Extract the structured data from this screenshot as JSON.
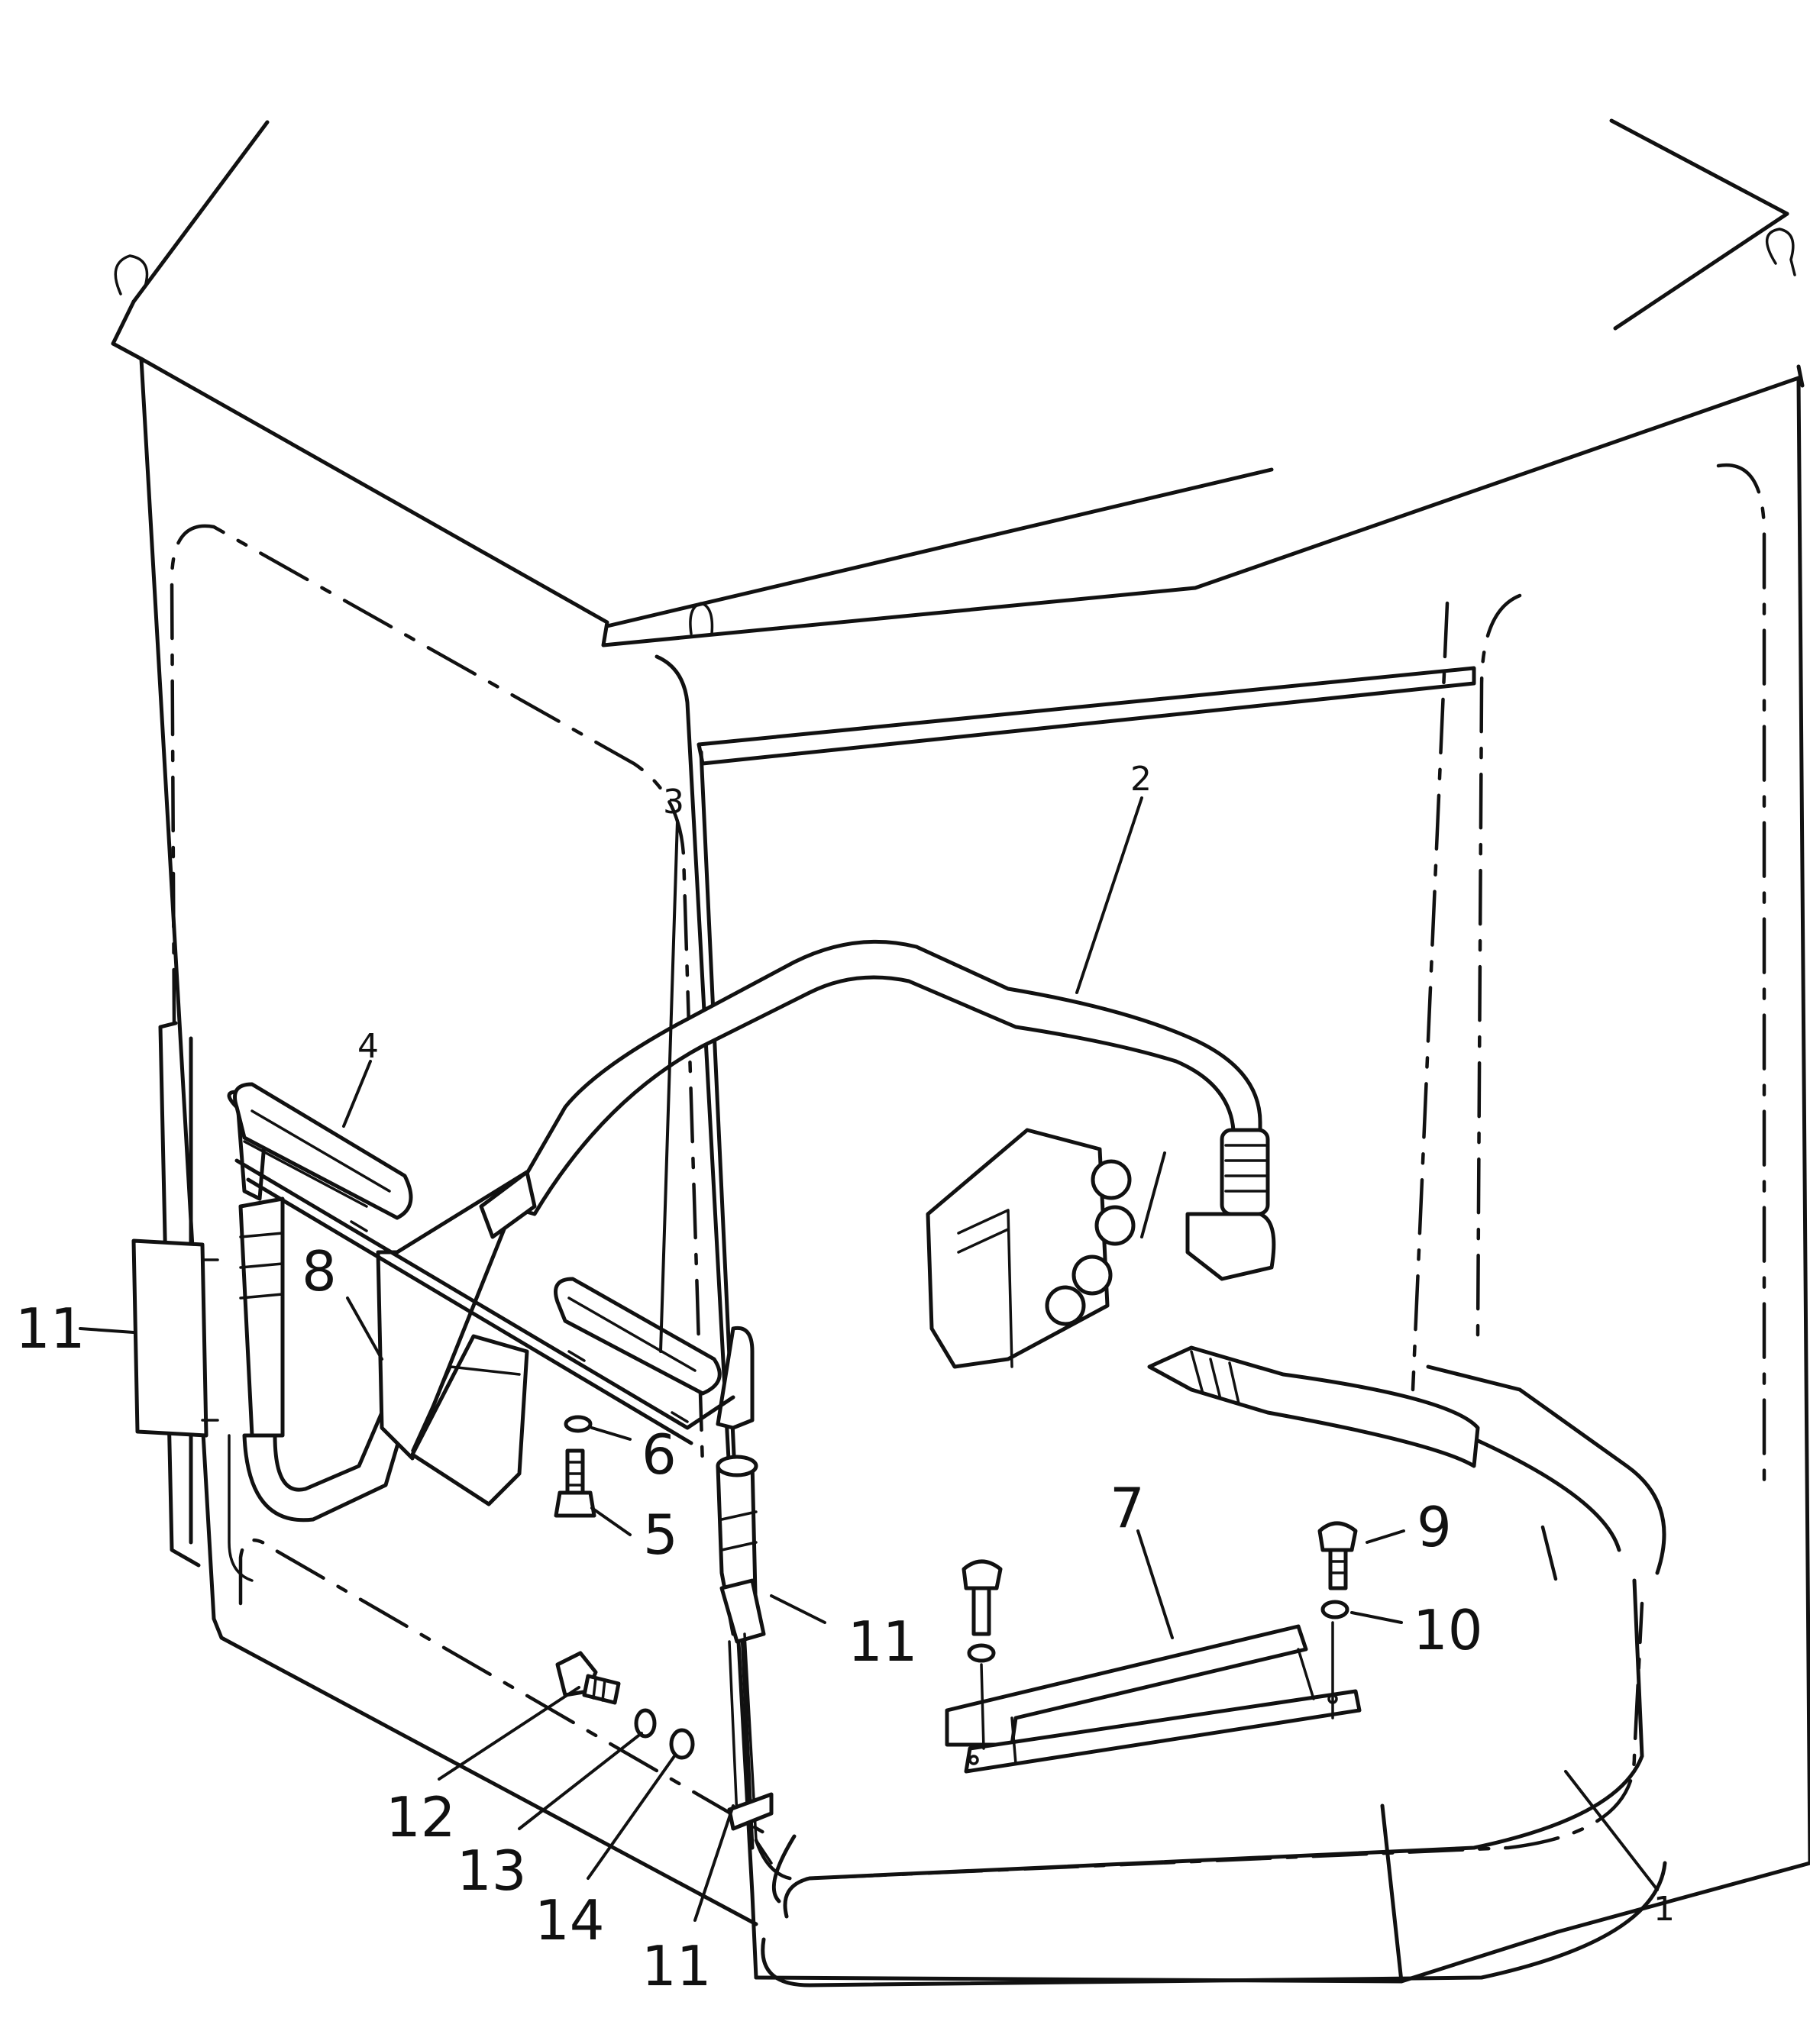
{
  "callouts": [
    {
      "id": "c1",
      "text": "1"
    },
    {
      "id": "c2",
      "text": "2"
    },
    {
      "id": "c3",
      "text": "3"
    },
    {
      "id": "c4",
      "text": "4"
    },
    {
      "id": "c5",
      "text": "5"
    },
    {
      "id": "c6",
      "text": "6"
    },
    {
      "id": "c7",
      "text": "7"
    },
    {
      "id": "c8",
      "text": "8"
    },
    {
      "id": "c9",
      "text": "9"
    },
    {
      "id": "c10",
      "text": "10"
    },
    {
      "id": "c11a",
      "text": "11"
    },
    {
      "id": "c11b",
      "text": "11"
    },
    {
      "id": "c11c",
      "text": "11"
    },
    {
      "id": "c12",
      "text": "12"
    },
    {
      "id": "c13",
      "text": "13"
    },
    {
      "id": "c14",
      "text": "14"
    }
  ]
}
